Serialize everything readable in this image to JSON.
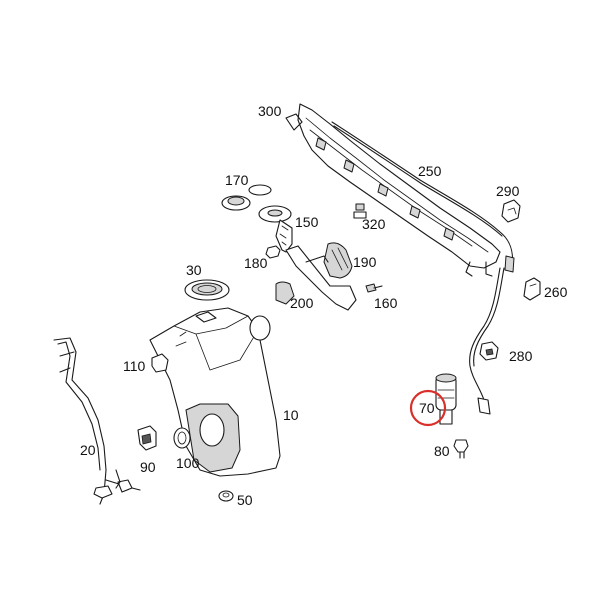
{
  "highlight_color": "#d9302a",
  "highlighted_part": "70",
  "labels": {
    "p300": "300",
    "p250": "250",
    "p290": "290",
    "p170": "170",
    "p150": "150",
    "p320": "320",
    "p180": "180",
    "p190": "190",
    "p30": "30",
    "p200": "200",
    "p160": "160",
    "p260": "260",
    "p280": "280",
    "p110": "110",
    "p10": "10",
    "p70": "70",
    "p20": "20",
    "p90": "90",
    "p100": "100",
    "p80": "80",
    "p50": "50"
  }
}
